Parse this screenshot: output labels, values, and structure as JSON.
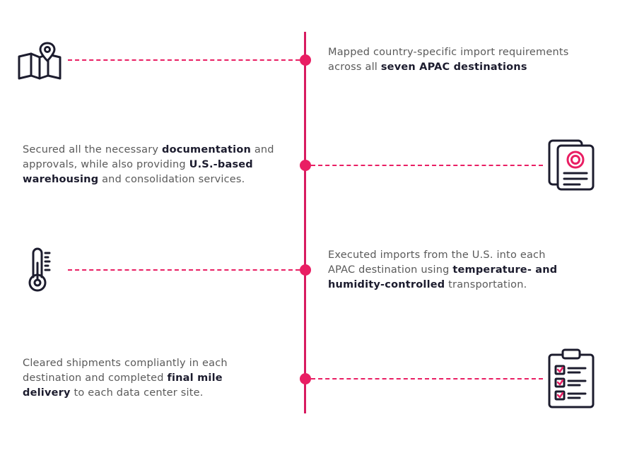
{
  "colors": {
    "accent": "#e91e63",
    "line": "#d81b60",
    "icon": "#1c1c2e"
  },
  "steps": [
    {
      "icon": "map-pin-icon",
      "side": "right",
      "parts": [
        {
          "t": "Mapped country-specific import requirements across all "
        },
        {
          "t": "seven APAC destinations",
          "b": true
        }
      ]
    },
    {
      "icon": "certificate-icon",
      "side": "left",
      "parts": [
        {
          "t": "Secured all the necessary "
        },
        {
          "t": "documentation",
          "b": true
        },
        {
          "t": " and approvals, while also providing "
        },
        {
          "t": "U.S.-based warehousing",
          "b": true
        },
        {
          "t": " and consolidation services."
        }
      ]
    },
    {
      "icon": "thermometer-icon",
      "side": "right",
      "parts": [
        {
          "t": "Executed imports from the U.S. into each APAC destination using "
        },
        {
          "t": "temperature- and humidity-controlled",
          "b": true
        },
        {
          "t": " transportation."
        }
      ]
    },
    {
      "icon": "checklist-icon",
      "side": "left",
      "parts": [
        {
          "t": "Cleared shipments compliantly in each destination and completed "
        },
        {
          "t": "final mile delivery",
          "b": true
        },
        {
          "t": " to each data center site."
        }
      ]
    }
  ]
}
